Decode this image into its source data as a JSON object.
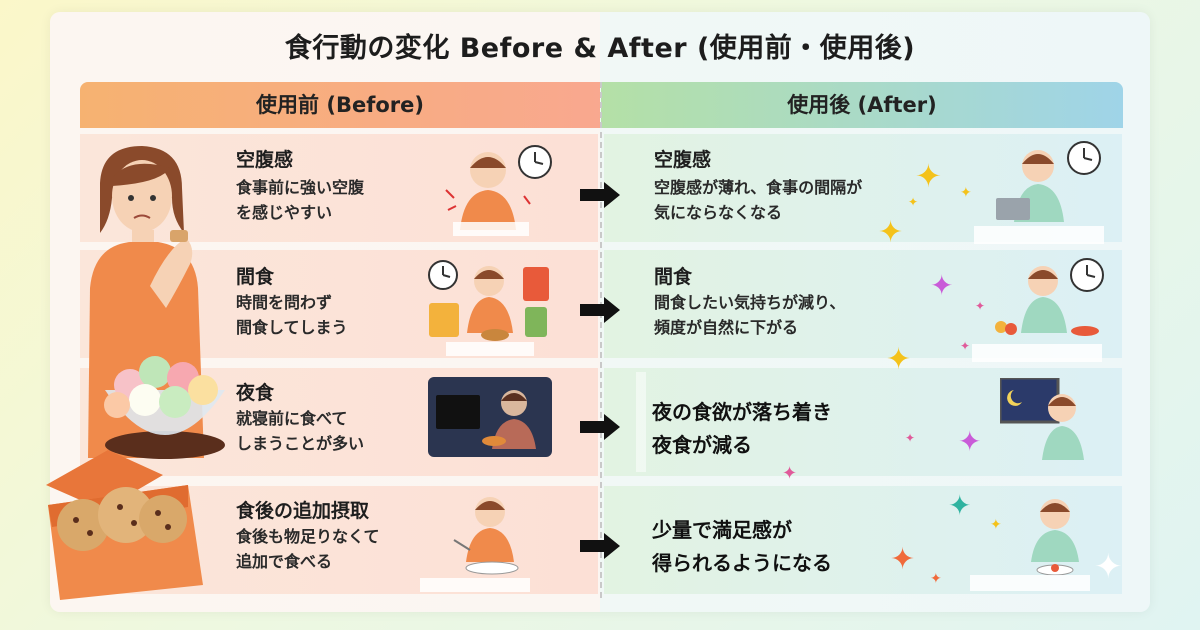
{
  "title": "食行動の変化 Before & After (使用前・使用後)",
  "header": {
    "before": "使用前 (Before)",
    "after": "使用後 (After)"
  },
  "rows": [
    {
      "before_title": "空腹感",
      "before_text": "食事前に強い空腹\nを感じやすい",
      "after_title": "空腹感",
      "after_text": "空腹感が薄れ、食事の間隔が\n気にならなくなる"
    },
    {
      "before_title": "間食",
      "before_text": "時間を問わず\n間食してしまう",
      "after_title": "間食",
      "after_text": "間食したい気持ちが減り、\n頻度が自然に下がる"
    },
    {
      "before_title": "夜食",
      "before_text": "就寝前に食べて\nしまうことが多い",
      "after_text": "夜の食欲が落ち着き\n夜食が減る"
    },
    {
      "before_title": "食後の追加摂取",
      "before_text": "食後も物足りなくて\n追加で食べる",
      "after_text": "少量で満足感が\n得られるようになる"
    }
  ],
  "colors": {
    "before_header": "#f6b271",
    "after_header": "#9fd4e8",
    "arrow": "#111111"
  }
}
